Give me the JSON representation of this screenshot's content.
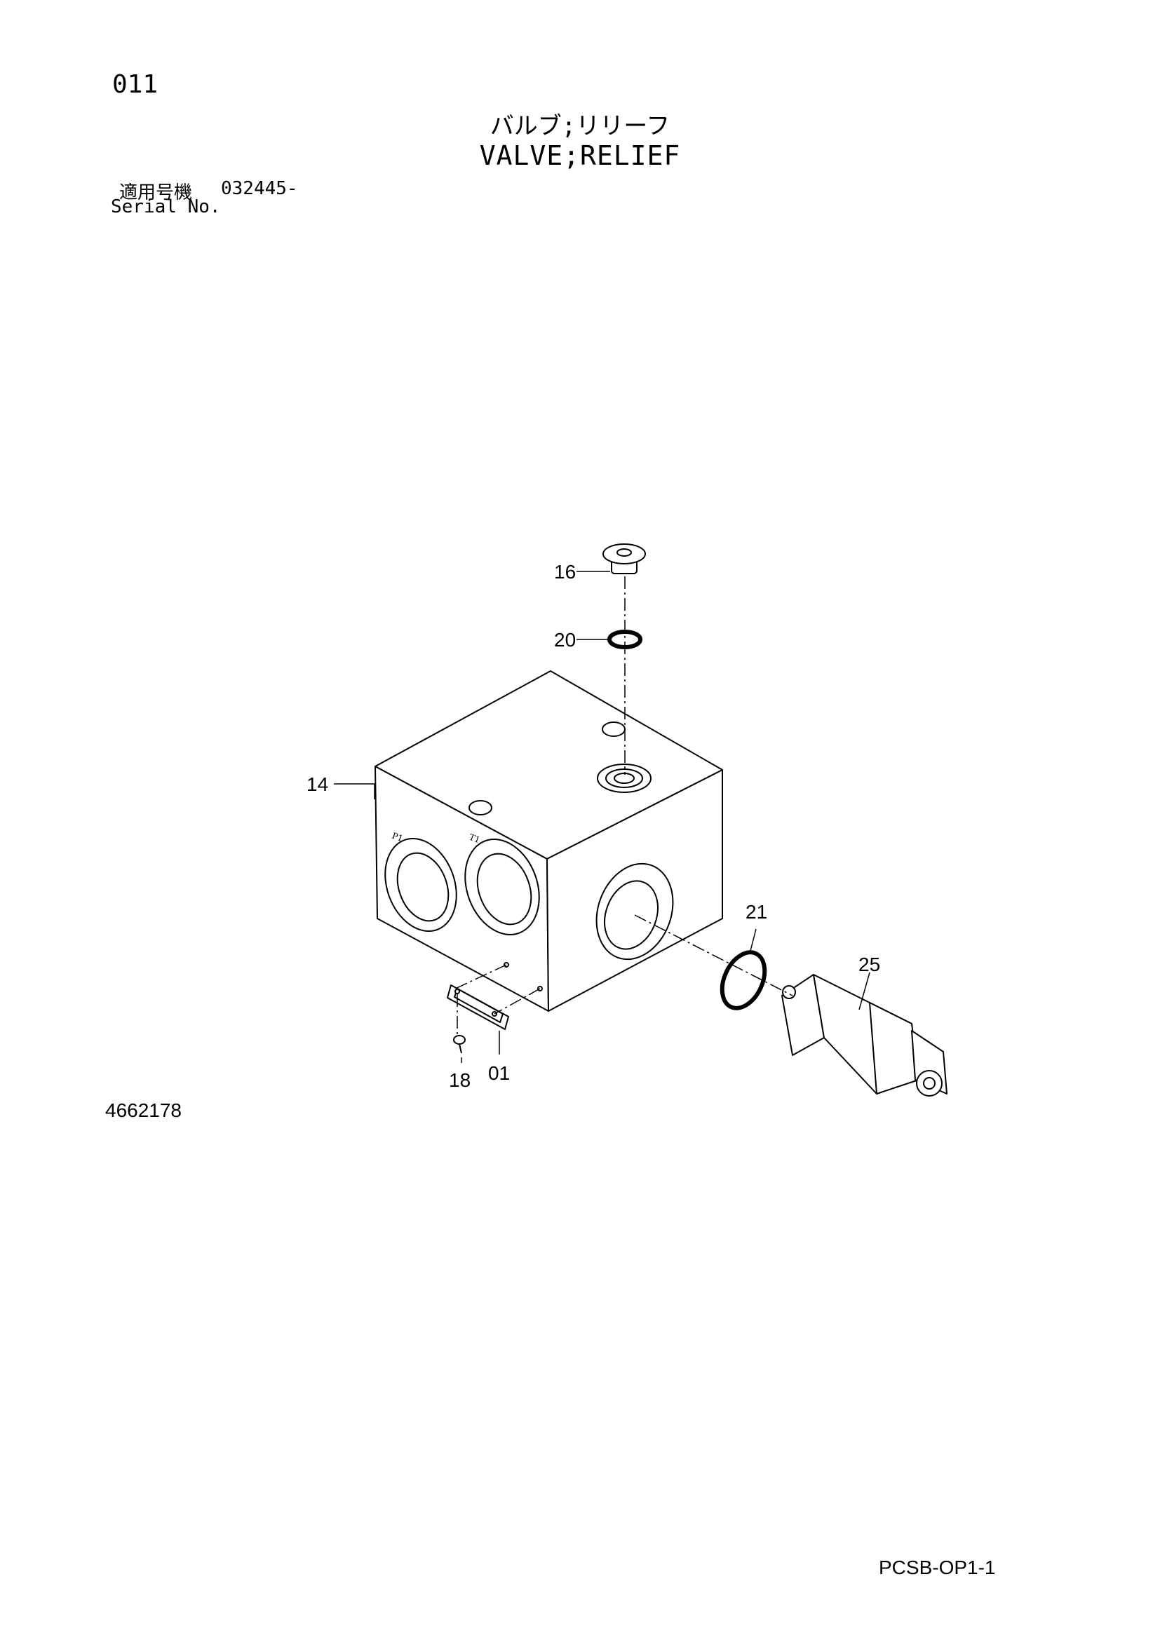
{
  "header": {
    "page_number": "011",
    "title_jp": "バルブ;リリーフ",
    "title_en": "VALVE;RELIEF",
    "serial_label_jp": "適用号機",
    "serial_value": "032445-",
    "serial_label_en": "Serial No."
  },
  "diagram": {
    "port_labels": [
      "P1",
      "T1"
    ],
    "callouts": [
      {
        "id": "16"
      },
      {
        "id": "20"
      },
      {
        "id": "14"
      },
      {
        "id": "21"
      },
      {
        "id": "25"
      },
      {
        "id": "18"
      },
      {
        "id": "01"
      }
    ]
  },
  "footer": {
    "drawing_number": "4662178",
    "page_code": "PCSB-OP1-1"
  }
}
